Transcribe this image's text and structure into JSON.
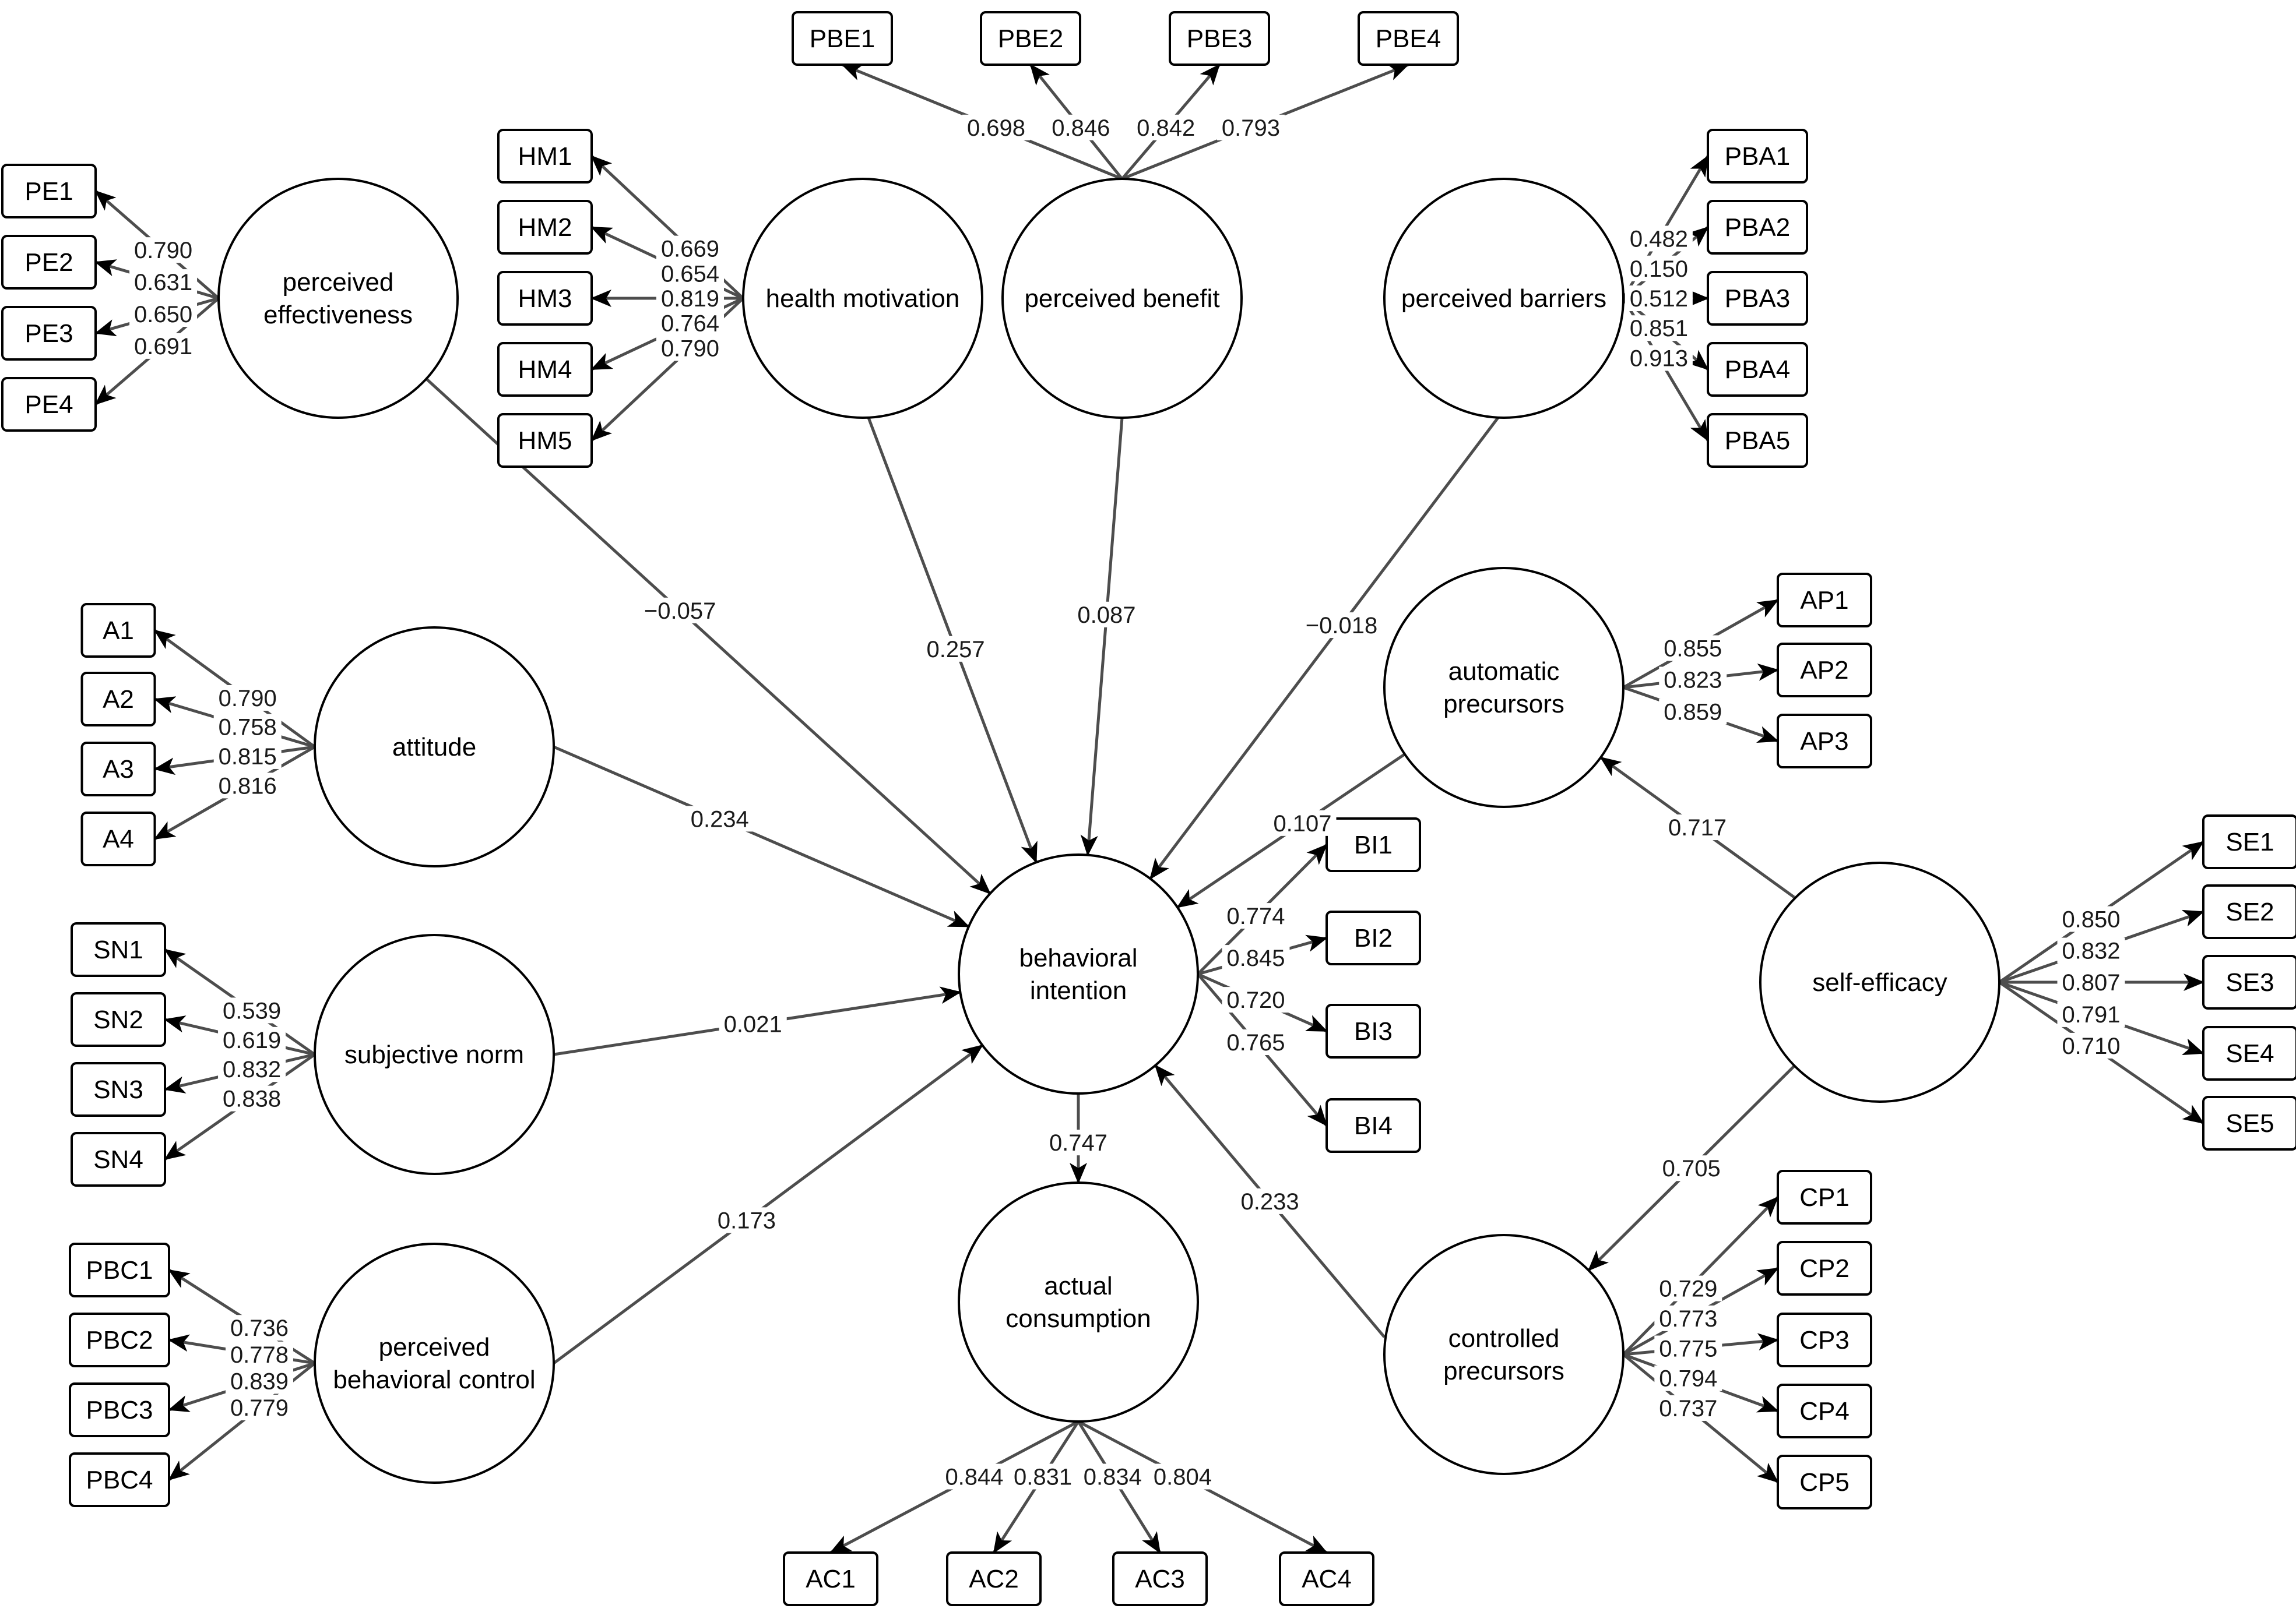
{
  "latents": {
    "pe": {
      "label": [
        "perceived",
        "effectiveness"
      ]
    },
    "hm": {
      "label": [
        "health motivation"
      ]
    },
    "pbe": {
      "label": [
        "perceived benefit"
      ]
    },
    "pba": {
      "label": [
        "perceived barriers"
      ]
    },
    "att": {
      "label": [
        "attitude"
      ]
    },
    "sn": {
      "label": [
        "subjective norm"
      ]
    },
    "pbc": {
      "label": [
        "perceived",
        "behavioral control"
      ]
    },
    "bi": {
      "label": [
        "behavioral",
        "intention"
      ]
    },
    "ac": {
      "label": [
        "actual",
        "consumption"
      ]
    },
    "ap": {
      "label": [
        "automatic",
        "precursors"
      ]
    },
    "cp": {
      "label": [
        "controlled",
        "precursors"
      ]
    },
    "se": {
      "label": [
        "self-efficacy"
      ]
    }
  },
  "measurement": {
    "pe": [
      {
        "item": "PE1",
        "loading": "0.790"
      },
      {
        "item": "PE2",
        "loading": "0.631"
      },
      {
        "item": "PE3",
        "loading": "0.650"
      },
      {
        "item": "PE4",
        "loading": "0.691"
      }
    ],
    "hm": [
      {
        "item": "HM1",
        "loading": "0.669"
      },
      {
        "item": "HM2",
        "loading": "0.654"
      },
      {
        "item": "HM3",
        "loading": "0.819"
      },
      {
        "item": "HM4",
        "loading": "0.764"
      },
      {
        "item": "HM5",
        "loading": "0.790"
      }
    ],
    "pbe": [
      {
        "item": "PBE1",
        "loading": "0.698"
      },
      {
        "item": "PBE2",
        "loading": "0.846"
      },
      {
        "item": "PBE3",
        "loading": "0.842"
      },
      {
        "item": "PBE4",
        "loading": "0.793"
      }
    ],
    "pba": [
      {
        "item": "PBA1",
        "loading": "0.482"
      },
      {
        "item": "PBA2",
        "loading": "0.150"
      },
      {
        "item": "PBA3",
        "loading": "0.512"
      },
      {
        "item": "PBA4",
        "loading": "0.851"
      },
      {
        "item": "PBA5",
        "loading": "0.913"
      }
    ],
    "att": [
      {
        "item": "A1",
        "loading": "0.790"
      },
      {
        "item": "A2",
        "loading": "0.758"
      },
      {
        "item": "A3",
        "loading": "0.815"
      },
      {
        "item": "A4",
        "loading": "0.816"
      }
    ],
    "sn": [
      {
        "item": "SN1",
        "loading": "0.539"
      },
      {
        "item": "SN2",
        "loading": "0.619"
      },
      {
        "item": "SN3",
        "loading": "0.832"
      },
      {
        "item": "SN4",
        "loading": "0.838"
      }
    ],
    "pbc": [
      {
        "item": "PBC1",
        "loading": "0.736"
      },
      {
        "item": "PBC2",
        "loading": "0.778"
      },
      {
        "item": "PBC3",
        "loading": "0.839"
      },
      {
        "item": "PBC4",
        "loading": "0.779"
      }
    ],
    "bi": [
      {
        "item": "BI1",
        "loading": "0.774"
      },
      {
        "item": "BI2",
        "loading": "0.845"
      },
      {
        "item": "BI3",
        "loading": "0.720"
      },
      {
        "item": "BI4",
        "loading": "0.765"
      }
    ],
    "ac": [
      {
        "item": "AC1",
        "loading": "0.844"
      },
      {
        "item": "AC2",
        "loading": "0.831"
      },
      {
        "item": "AC3",
        "loading": "0.834"
      },
      {
        "item": "AC4",
        "loading": "0.804"
      }
    ],
    "ap": [
      {
        "item": "AP1",
        "loading": "0.855"
      },
      {
        "item": "AP2",
        "loading": "0.823"
      },
      {
        "item": "AP3",
        "loading": "0.859"
      }
    ],
    "cp": [
      {
        "item": "CP1",
        "loading": "0.729"
      },
      {
        "item": "CP2",
        "loading": "0.773"
      },
      {
        "item": "CP3",
        "loading": "0.775"
      },
      {
        "item": "CP4",
        "loading": "0.794"
      },
      {
        "item": "CP5",
        "loading": "0.737"
      }
    ],
    "se": [
      {
        "item": "SE1",
        "loading": "0.850"
      },
      {
        "item": "SE2",
        "loading": "0.832"
      },
      {
        "item": "SE3",
        "loading": "0.807"
      },
      {
        "item": "SE4",
        "loading": "0.791"
      },
      {
        "item": "SE5",
        "loading": "0.710"
      }
    ]
  },
  "structural": [
    {
      "from": "pe",
      "to": "bi",
      "coef": "−0.057"
    },
    {
      "from": "hm",
      "to": "bi",
      "coef": "0.257"
    },
    {
      "from": "pbe",
      "to": "bi",
      "coef": "0.087"
    },
    {
      "from": "pba",
      "to": "bi",
      "coef": "−0.018"
    },
    {
      "from": "att",
      "to": "bi",
      "coef": "0.234"
    },
    {
      "from": "sn",
      "to": "bi",
      "coef": "0.021"
    },
    {
      "from": "pbc",
      "to": "bi",
      "coef": "0.173"
    },
    {
      "from": "ap",
      "to": "bi",
      "coef": "0.107"
    },
    {
      "from": "cp",
      "to": "bi",
      "coef": "0.233"
    },
    {
      "from": "bi",
      "to": "ac",
      "coef": "0.747"
    },
    {
      "from": "se",
      "to": "ap",
      "coef": "0.717"
    },
    {
      "from": "se",
      "to": "cp",
      "coef": "0.705"
    }
  ]
}
